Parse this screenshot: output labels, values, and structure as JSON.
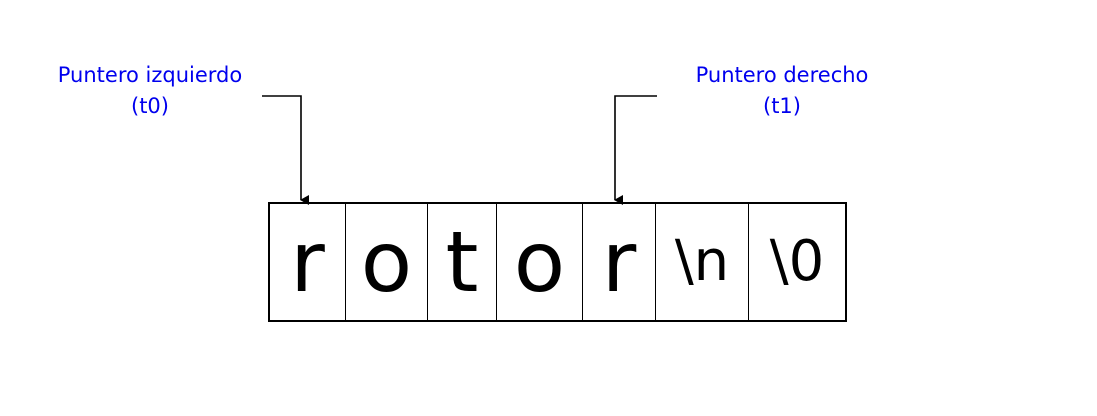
{
  "pointers": {
    "left": {
      "line1": "Puntero izquierdo",
      "line2": "(t0)"
    },
    "right": {
      "line1": "Puntero derecho",
      "line2": "(t1)"
    }
  },
  "array": {
    "cells": [
      "r",
      "o",
      "t",
      "o",
      "r",
      "\\n",
      "\\0"
    ]
  },
  "colors": {
    "label": "#0000ee",
    "lines": "#000000"
  }
}
